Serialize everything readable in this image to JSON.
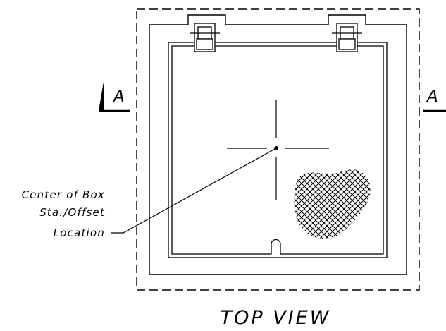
{
  "section_marker": {
    "left_label": "A",
    "right_label": "A"
  },
  "callout": {
    "line1": "Center of Box",
    "line2": "Sta./Offset",
    "line3": "Location"
  },
  "view_title": "TOP VIEW",
  "colors": {
    "line": "#000000",
    "background": "#ffffff"
  }
}
